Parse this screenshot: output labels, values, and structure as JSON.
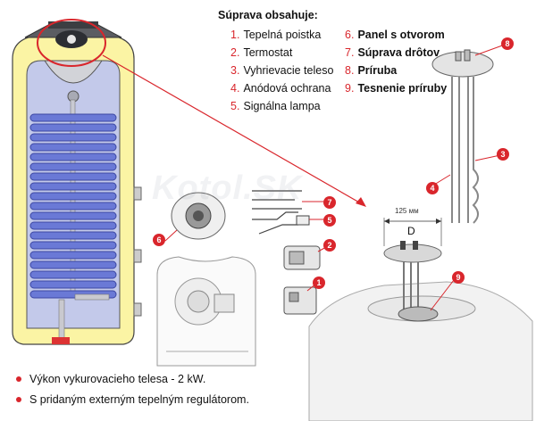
{
  "legend": {
    "title": "Súprava obsahuje:",
    "items": [
      {
        "num": "1.",
        "label": "Tepelná poistka",
        "bold": false
      },
      {
        "num": "2.",
        "label": "Termostat",
        "bold": false
      },
      {
        "num": "3.",
        "label": "Vyhrievacie teleso",
        "bold": false
      },
      {
        "num": "4.",
        "label": "Anódová ochrana",
        "bold": false
      },
      {
        "num": "5.",
        "label": "Signálna lampa",
        "bold": false
      },
      {
        "num": "6.",
        "label": "Panel s otvorom",
        "bold": true
      },
      {
        "num": "7.",
        "label": "Súprava drôtov",
        "bold": true
      },
      {
        "num": "8.",
        "label": "Príruba",
        "bold": true
      },
      {
        "num": "9.",
        "label": "Tesnenie príruby",
        "bold": true
      }
    ]
  },
  "notes": [
    "Výkon vykurovacieho telesa - 2 kW.",
    "S pridaným externým tepelným regulátorom."
  ],
  "callouts": [
    "1",
    "2",
    "3",
    "4",
    "5",
    "6",
    "7",
    "8",
    "9"
  ],
  "dimension": {
    "size": "125 мм",
    "symbol": "D"
  },
  "watermark": "Kotol.SK",
  "colors": {
    "accent": "#d9262c",
    "tank_outer": "#fdf6a8",
    "tank_inner": "#b9c0e6",
    "coil": "#6a79d6"
  }
}
